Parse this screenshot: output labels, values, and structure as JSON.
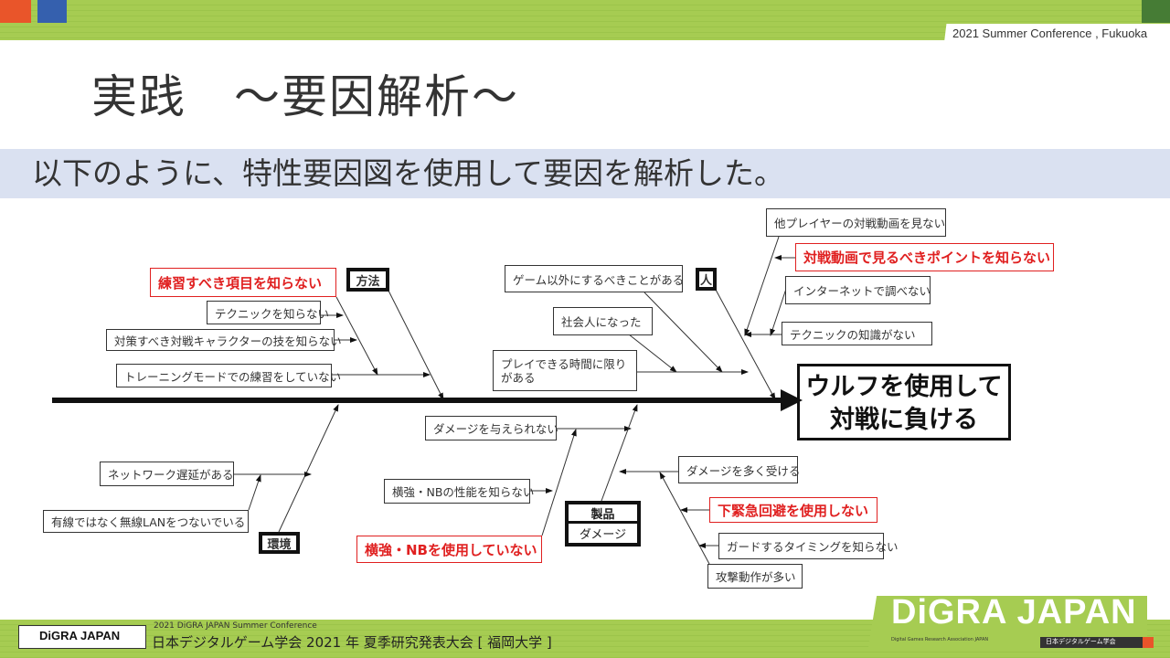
{
  "header": {
    "conference": "2021 Summer Conference , Fukuoka"
  },
  "slide": {
    "title": "実践　～要因解析～",
    "subtitle": "以下のように、特性要因図を使用して要因を解析した。"
  },
  "diagram": {
    "effect": "ウルフを使用して\n対戦に負ける",
    "categories": {
      "method": "方法",
      "person": "人",
      "environment": "環境",
      "product": "製品",
      "product_sub": "ダメージ"
    },
    "causes": {
      "method_key": "練習すべき項目を知らない",
      "technique": "テクニックを知らない",
      "counter_moves": "対策すべき対戦キャラクターの技を知らない",
      "training_mode": "トレーニングモードでの練習をしていない",
      "other_things": "ゲーム以外にするべきことがある",
      "working_adult": "社会人になった",
      "limited_time": "プレイできる時間に限りがある",
      "no_videos": "他プレイヤーの対戦動画を見ない",
      "video_points_key": "対戦動画で見るべきポイントを知らない",
      "no_internet": "インターネットで調べない",
      "no_tech_knowledge": "テクニックの知識がない",
      "no_damage": "ダメージを与えられない",
      "network_delay": "ネットワーク遅延がある",
      "wireless": "有線ではなく無線LANをつないでいる",
      "nb_performance": "横強・NBの性能を知らない",
      "nb_unused_key": "横強・NBを使用していない",
      "take_damage": "ダメージを多く受ける",
      "dodge_key": "下緊急回避を使用しない",
      "guard_timing": "ガードするタイミングを知らない",
      "many_attacks": "攻撃動作が多い"
    }
  },
  "footer": {
    "conf_en": "2021 DiGRA JAPAN Summer Conference",
    "conf_jp": "日本デジタルゲーム学会 2021 年 夏季研究発表大会 [ 福岡大学 ]",
    "logo": "DiGRA JAPAN",
    "logo_sub": "Digital Games Research Association JAPAN",
    "logo_jp": "日本デジタルゲーム学会"
  },
  "colors": {
    "accent_green": "#a6cc52",
    "orange": "#e9552a",
    "blue": "#3560ae",
    "key_cause_red": "#e02020",
    "subtitle_band": "#dae1f1"
  }
}
